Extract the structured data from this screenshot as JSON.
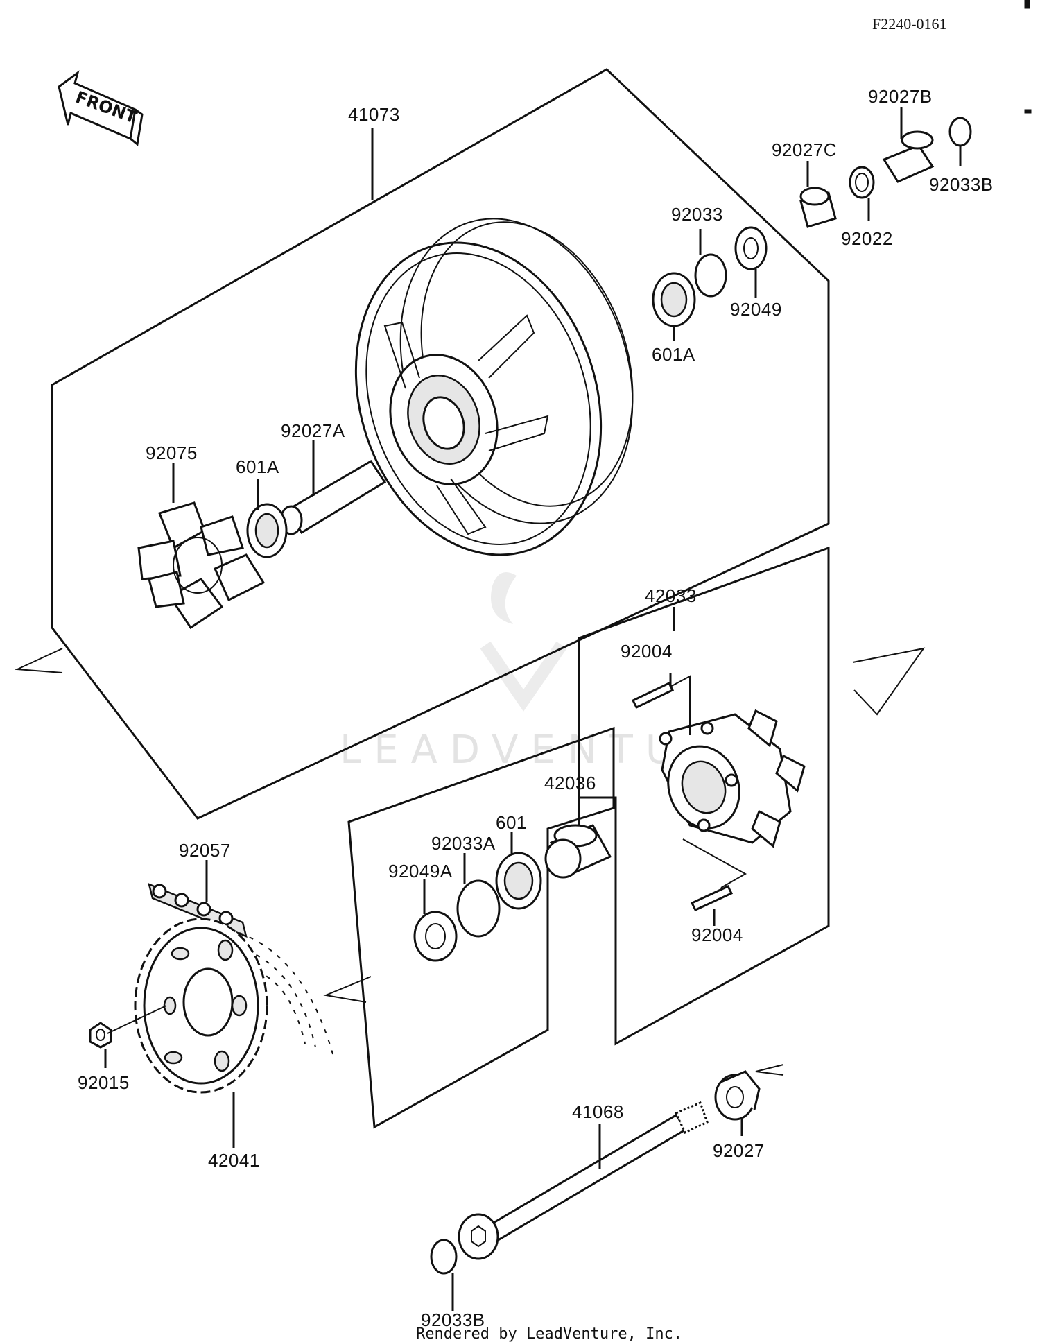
{
  "diagram_code": "F2240-0161",
  "front_label": "FRONT",
  "watermark": "LEADVENTURE",
  "credit": "Rendered by LeadVenture, Inc.",
  "colors": {
    "ink": "#111111",
    "paper": "#ffffff",
    "watermark": "#e3e3e3"
  },
  "parts": {
    "wheel_41073": "41073",
    "pivot_92027B": "92027B",
    "pivot_92027C": "92027C",
    "circlip_92033B_top": "92033B",
    "circlip_92033": "92033",
    "seal_92022": "92022",
    "spacer_92049": "92049",
    "bearing_601A_right": "601A",
    "damper_92075": "92075",
    "bearing_601A_left": "601A",
    "collar_92027A": "92027A",
    "coupling_42033": "42033",
    "stud_92004_top": "92004",
    "stud_92004_bottom": "92004",
    "sleeve_42036": "42036",
    "bearing_601": "601",
    "circlip_92033A": "92033A",
    "seal_92049A": "92049A",
    "chain_92057": "92057",
    "nut_92015": "92015",
    "sprocket_42041": "42041",
    "axle_41068": "41068",
    "collar_92027": "92027",
    "circlip_92033B_bottom": "92033B"
  }
}
